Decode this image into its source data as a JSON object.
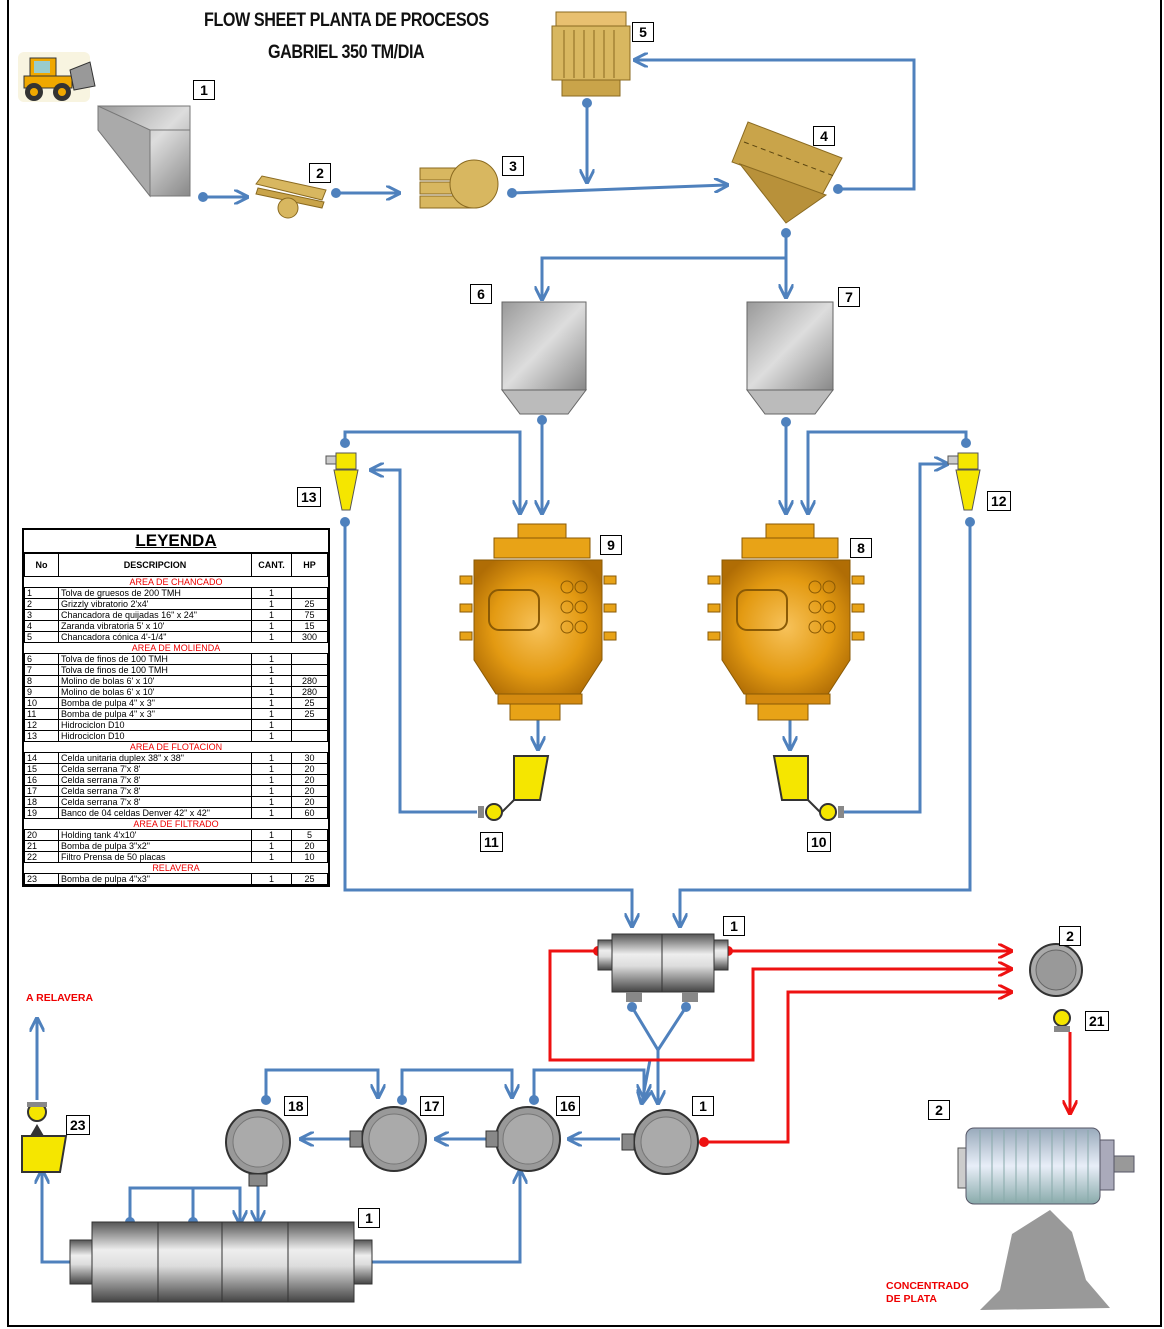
{
  "header": {
    "title_line1": "FLOW SHEET PLANTA DE PROCESOS",
    "title_line2": "GABRIEL 350 TM/DIA"
  },
  "equipment_tags": {
    "hopper_1": "1",
    "grizzly_2": "2",
    "jaw_crusher_3": "3",
    "screen_4": "4",
    "cone_crusher_5": "5",
    "fine_bin_6": "6",
    "fine_bin_7": "7",
    "ball_mill_8": "8",
    "ball_mill_9": "9",
    "pump_10": "10",
    "pump_11": "11",
    "cyclone_12": "12",
    "cyclone_13": "13",
    "flotation_unit_1": "1",
    "cleaner_2": "2",
    "pump_21": "21",
    "cell_18": "18",
    "cell_17": "17",
    "cell_16": "16",
    "cell_1": "1",
    "filter_2": "2",
    "pump_23": "23",
    "bank_1": "1"
  },
  "labels": {
    "tailings": "A RELAVERA",
    "concentrate_line1": "CONCENTRADO",
    "concentrate_line2": "DE PLATA"
  },
  "legend": {
    "title": "LEYENDA",
    "headers": [
      "No",
      "DESCRIPCION",
      "CANT.",
      "HP"
    ],
    "rows": [
      {
        "area": "AREA DE CHANCADO"
      },
      {
        "no": "1",
        "desc": "Tolva de gruesos de 200 TMH",
        "qty": "1",
        "hp": ""
      },
      {
        "no": "2",
        "desc": "Grizzly vibratorio 2'x4'",
        "qty": "1",
        "hp": "25"
      },
      {
        "no": "3",
        "desc": "Chancadora de quijadas 16\" x 24\"",
        "qty": "1",
        "hp": "75"
      },
      {
        "no": "4",
        "desc": "Zaranda vibratoria 5' x 10'",
        "qty": "1",
        "hp": "15"
      },
      {
        "no": "5",
        "desc": "Chancadora cónica 4'-1/4\"",
        "qty": "1",
        "hp": "300"
      },
      {
        "area": "AREA DE MOLIENDA"
      },
      {
        "no": "6",
        "desc": "Tolva de finos de 100 TMH",
        "qty": "1",
        "hp": ""
      },
      {
        "no": "7",
        "desc": "Tolva de finos de 100 TMH",
        "qty": "1",
        "hp": ""
      },
      {
        "no": "8",
        "desc": "Molino de bolas 6' x 10'",
        "qty": "1",
        "hp": "280"
      },
      {
        "no": "9",
        "desc": "Molino de bolas 6' x 10'",
        "qty": "1",
        "hp": "280"
      },
      {
        "no": "10",
        "desc": "Bomba de pulpa 4\" x 3\"",
        "qty": "1",
        "hp": "25"
      },
      {
        "no": "11",
        "desc": "Bomba de pulpa 4\" x 3\"",
        "qty": "1",
        "hp": "25"
      },
      {
        "no": "12",
        "desc": "Hidrociclon D10",
        "qty": "1",
        "hp": ""
      },
      {
        "no": "13",
        "desc": "Hidrociclon D10",
        "qty": "1",
        "hp": ""
      },
      {
        "area": "AREA DE FLOTACION"
      },
      {
        "no": "14",
        "desc": "Celda unitaria duplex 38\" x 38\"",
        "qty": "1",
        "hp": "30"
      },
      {
        "no": "15",
        "desc": "Celda serrana 7'x 8'",
        "qty": "1",
        "hp": "20"
      },
      {
        "no": "16",
        "desc": "Celda serrana 7'x 8'",
        "qty": "1",
        "hp": "20"
      },
      {
        "no": "17",
        "desc": "Celda serrana 7'x 8'",
        "qty": "1",
        "hp": "20"
      },
      {
        "no": "18",
        "desc": "Celda serrana 7'x 8'",
        "qty": "1",
        "hp": "20"
      },
      {
        "no": "19",
        "desc": "Banco de 04 celdas Denver 42\" x 42\"",
        "qty": "1",
        "hp": "60"
      },
      {
        "area": "AREA DE FILTRADO"
      },
      {
        "no": "20",
        "desc": "Holding tank 4'x10'",
        "qty": "1",
        "hp": "5"
      },
      {
        "no": "21",
        "desc": "Bomba de pulpa 3\"x2\"",
        "qty": "1",
        "hp": "20"
      },
      {
        "no": "22",
        "desc": "Filtro Prensa de 50 placas",
        "qty": "1",
        "hp": "10"
      },
      {
        "area": "RELAVERA"
      },
      {
        "no": "23",
        "desc": "Bomba de pulpa 4\"x3\"",
        "qty": "1",
        "hp": "25"
      }
    ]
  },
  "colors": {
    "flow_blue": "#4f81bd",
    "flow_red": "#ee1111",
    "equipment_tan": "#c9a44a",
    "mill_orange": "#e8a317",
    "cyclone_yellow": "#f5e600"
  }
}
